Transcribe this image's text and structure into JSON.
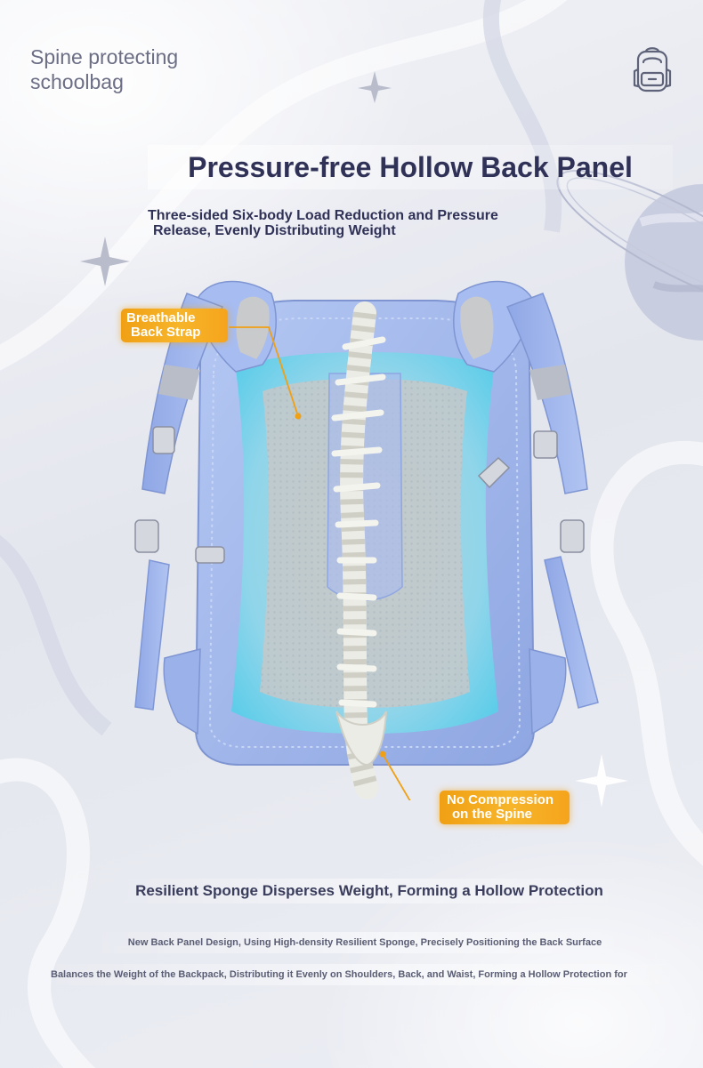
{
  "brand": {
    "line1": "Spine protecting",
    "line2": "schoolbag"
  },
  "icons": {
    "top_right": "backpack-icon"
  },
  "title": "Pressure-free Hollow Back Panel",
  "subtitle": {
    "line1": "Three-sided Six-body Load Reduction and Pressure",
    "line2": "Release, Evenly Distributing Weight"
  },
  "callouts": {
    "strap": {
      "line1": "Breathable",
      "line2": "Back Strap"
    },
    "spine": {
      "line1": "No Compression",
      "line2": "on the Spine"
    }
  },
  "headline": "Resilient Sponge Disperses Weight, Forming a Hollow Protection",
  "description": {
    "line1": "New Back Panel Design, Using High-density Resilient Sponge, Precisely Positioning the Back Surface",
    "line2": "Balances the Weight of the Backpack, Distributing it Evenly on Shoulders, Back, and Waist, Forming a Hollow Protection for"
  },
  "colors": {
    "title": "#2f3157",
    "bag_blue": "#9db4ec",
    "panel_cyan": "#7fd8ef",
    "callout_orange": "#f5a41c",
    "planet": "#c9cde0"
  }
}
